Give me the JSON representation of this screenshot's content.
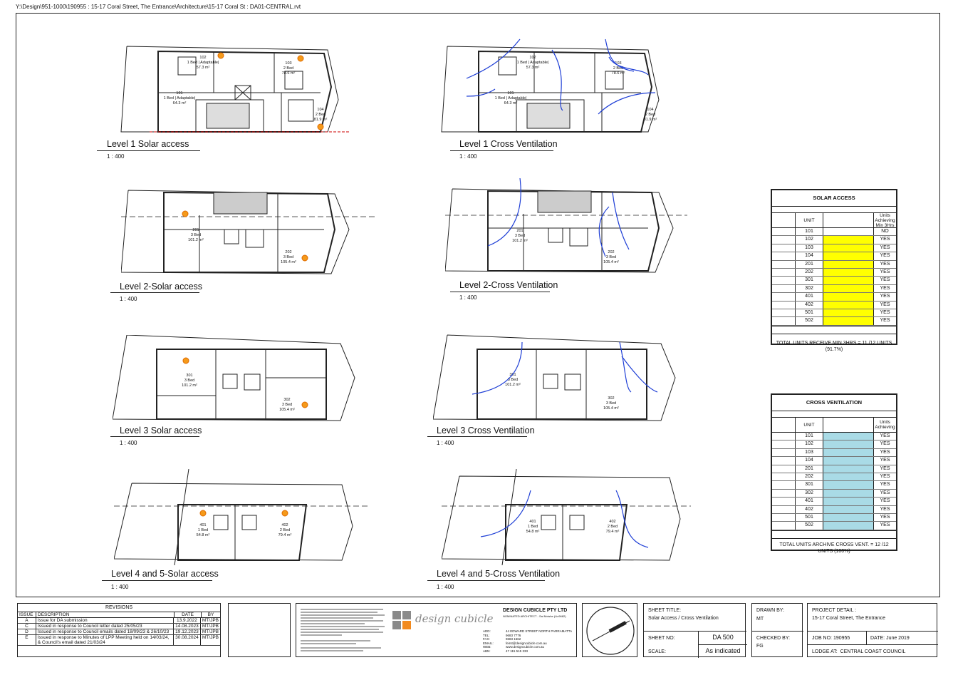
{
  "file_path": "Y:\\Design\\951-1000\\190955 : 15-17 Coral Street, The Entrance\\Architecture\\15-17 Coral St : DA01-CENTRAL.rvt",
  "plans": [
    {
      "title": "Level 1 Solar access",
      "scale": "1 : 400",
      "units": [
        {
          "no": "102",
          "type": "1 Bed | Adaptable|",
          "area": "57.3 m²"
        },
        {
          "no": "103",
          "type": "2 Bed",
          "area": "78.6 m²"
        },
        {
          "no": "101",
          "type": "1 Bed | Adaptable|",
          "area": "64.3 m²"
        },
        {
          "no": "104",
          "type": "2 Bed",
          "area": "81.9 m²"
        }
      ]
    },
    {
      "title": "Level 1 Cross Ventilation",
      "scale": "1 : 400",
      "units": [
        {
          "no": "102",
          "type": "1 Bed | Adaptable|",
          "area": "57.3 m²"
        },
        {
          "no": "103",
          "type": "2 Bed",
          "area": "78.6 m²"
        },
        {
          "no": "101",
          "type": "1 Bed | Adaptable|",
          "area": "64.3 m²"
        },
        {
          "no": "104",
          "type": "2 Bed",
          "area": "81.9 m²"
        }
      ]
    },
    {
      "title": "Level 2-Solar access",
      "scale": "1 : 400",
      "units": [
        {
          "no": "201",
          "type": "3 Bed",
          "area": "101.2 m²"
        },
        {
          "no": "202",
          "type": "3 Bed",
          "area": "105.4 m²"
        }
      ]
    },
    {
      "title": "Level 2-Cross Ventilation",
      "scale": "1 : 400",
      "units": [
        {
          "no": "201",
          "type": "3 Bed",
          "area": "101.2 m²"
        },
        {
          "no": "202",
          "type": "3 Bed",
          "area": "105.4 m²"
        }
      ]
    },
    {
      "title": "Level 3 Solar access",
      "scale": "1 : 400",
      "units": [
        {
          "no": "301",
          "type": "3 Bed",
          "area": "101.2 m²"
        },
        {
          "no": "302",
          "type": "3 Bed",
          "area": "105.4 m²"
        }
      ]
    },
    {
      "title": "Level 3 Cross Ventilation",
      "scale": "1 : 400",
      "units": [
        {
          "no": "301",
          "type": "3 Bed",
          "area": "101.2 m²"
        },
        {
          "no": "302",
          "type": "3 Bed",
          "area": "105.4 m²"
        }
      ]
    },
    {
      "title": "Level 4 and 5-Solar access",
      "scale": "1 : 400",
      "units": [
        {
          "no": "401",
          "type": "1 Bed",
          "area": "54.8 m²"
        },
        {
          "no": "402",
          "type": "2 Bed",
          "area": "79.4 m²"
        }
      ]
    },
    {
      "title": "Level 4 and 5-Cross Ventilation",
      "scale": "1 : 400",
      "units": [
        {
          "no": "401",
          "type": "1 Bed",
          "area": "54.8 m²"
        },
        {
          "no": "402",
          "type": "2 Bed",
          "area": "79.4 m²"
        }
      ]
    }
  ],
  "solar_table": {
    "title": "SOLAR ACCESS",
    "col_unit": "UNIT",
    "col_result": "Units Achieving Min 3Hrs",
    "highlight_color": "#ffff00",
    "rows": [
      {
        "unit": "101",
        "result": "NO",
        "hl": false
      },
      {
        "unit": "102",
        "result": "YES",
        "hl": true
      },
      {
        "unit": "103",
        "result": "YES",
        "hl": true
      },
      {
        "unit": "104",
        "result": "YES",
        "hl": true
      },
      {
        "unit": "201",
        "result": "YES",
        "hl": true
      },
      {
        "unit": "202",
        "result": "YES",
        "hl": true
      },
      {
        "unit": "301",
        "result": "YES",
        "hl": true
      },
      {
        "unit": "302",
        "result": "YES",
        "hl": true
      },
      {
        "unit": "401",
        "result": "YES",
        "hl": true
      },
      {
        "unit": "402",
        "result": "YES",
        "hl": true
      },
      {
        "unit": "501",
        "result": "YES",
        "hl": true
      },
      {
        "unit": "502",
        "result": "YES",
        "hl": true
      }
    ],
    "total": "TOTAL UNITS RECEIVE MIN 3HRS = 11 /12 UNITS (91.7%)"
  },
  "vent_table": {
    "title": "CROSS VENTILATION",
    "col_unit": "UNIT",
    "col_result": "Units Achieving",
    "highlight_color": "#a9dbe6",
    "rows": [
      {
        "unit": "101",
        "result": "YES",
        "hl": true
      },
      {
        "unit": "102",
        "result": "YES",
        "hl": true
      },
      {
        "unit": "103",
        "result": "YES",
        "hl": true
      },
      {
        "unit": "104",
        "result": "YES",
        "hl": true
      },
      {
        "unit": "201",
        "result": "YES",
        "hl": true
      },
      {
        "unit": "202",
        "result": "YES",
        "hl": true
      },
      {
        "unit": "301",
        "result": "YES",
        "hl": true
      },
      {
        "unit": "302",
        "result": "YES",
        "hl": true
      },
      {
        "unit": "401",
        "result": "YES",
        "hl": true
      },
      {
        "unit": "402",
        "result": "YES",
        "hl": true
      },
      {
        "unit": "501",
        "result": "YES",
        "hl": true
      },
      {
        "unit": "502",
        "result": "YES",
        "hl": true
      }
    ],
    "total": "TOTAL UNITS ARCHIVE CROSS VENT. = 12 /12 UNITS (100%)"
  },
  "revisions": {
    "title": "REVISIONS",
    "headers": {
      "issue": "ISSUE",
      "desc": "DESCRIPTION",
      "date": "DATE",
      "by": "BY"
    },
    "rows": [
      {
        "issue": "A",
        "desc": "Issue for DA submission",
        "date": "13.9.2022",
        "by": "MT/JPB"
      },
      {
        "issue": "C",
        "desc": "Issued in response to Council letter dated 25/05/23",
        "date": "14.08.2023",
        "by": "MT/JPB"
      },
      {
        "issue": "D",
        "desc": "Issued in response to Council emails dated 18/09/23 & 26/10/23",
        "date": "19.12.2023",
        "by": "MT/JPB"
      },
      {
        "issue": "E",
        "desc": "Issued in response to Minutes of LPP Meeting held on 14/03/24, & Council's email dated 21/03/24",
        "date": "30.08.2024",
        "by": "MT/JPB"
      }
    ]
  },
  "company": {
    "logo_text": "design cubicle",
    "name": "DESIGN CUBICLE PTY LTD",
    "subtitle": "NOMINATED ARCHITECT - Sai Moishe (Lic9682)",
    "addr_label": "ADD:",
    "addr": "44 EDWARD STREET NORTH PARRAMATTA",
    "tel_label": "TEL:",
    "tel": "9683 7776",
    "fax_label": "FAX:",
    "fax": "9683 1562",
    "email_label": "EMAIL:",
    "email": "feirst@designcubicle.com.au",
    "web_label": "WEB:",
    "web": "www.designcubicle.com.au",
    "abn_label": "ABN:",
    "abn": "47 115 515 333"
  },
  "sheet": {
    "title_label": "SHEET TITLE:",
    "title": "Solar Access / Cross Ventilation",
    "no_label": "SHEET NO:",
    "no": "DA 500",
    "scale_label": "SCALE:",
    "scale": "As indicated",
    "drawn_label": "DRAWN BY:",
    "drawn": "MT",
    "checked_label": "CHECKED BY:",
    "checked": "FG",
    "project_label": "PROJECT DETAIL :",
    "project": "15-17 Coral Street, The Entrance",
    "job_label": "JOB NO:",
    "job": "190955",
    "date_label": "DATE:",
    "date": "June 2019",
    "lodge_label": "LODGE AT:",
    "lodge": "CENTRAL COAST COUNCIL"
  }
}
